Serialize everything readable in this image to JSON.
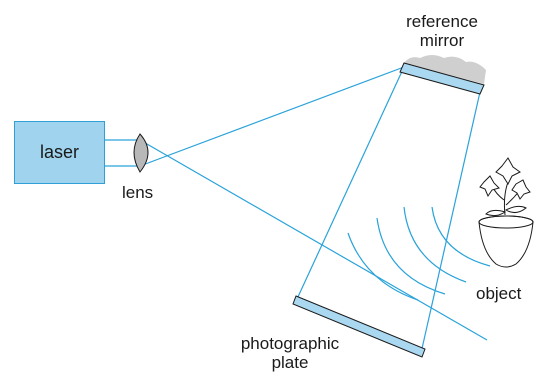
{
  "labels": {
    "laser": "laser",
    "lens": "lens",
    "reference_mirror_line1": "reference",
    "reference_mirror_line2": "mirror",
    "object": "object",
    "photographic_plate_line1": "photographic",
    "photographic_plate_line2": "plate"
  },
  "colors": {
    "beam": "#29a3da",
    "laser_fill": "#9fd3ee",
    "mirror_fill": "#a9d8f0",
    "lens_fill": "#b8b8b8",
    "text": "#1a1a1a"
  }
}
